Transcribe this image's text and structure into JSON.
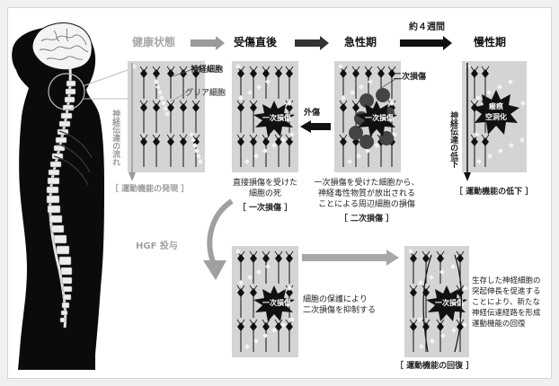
{
  "stages": {
    "healthy": "健康状態",
    "immediate": "受傷直後",
    "acute": "急性期",
    "chronic": "慢性期",
    "four_weeks": "約４週間"
  },
  "labels": {
    "nerve_cell": "神経細胞",
    "glial_cell": "グリア細胞",
    "signal_flow": "神経伝達の流れ",
    "motor_expression": "［ 運動機能の発現 ］",
    "trauma": "外傷",
    "primary_injury": "一次損傷",
    "secondary_injury": "二次損傷",
    "signal_drop": "神経伝達の低下",
    "scar_line1": "瘢痕",
    "scar_line2": "空洞化",
    "hgf": "HGF 投与"
  },
  "captions": {
    "immediate_line1": "直接損傷を受けた",
    "immediate_line2": "細胞の死",
    "immediate_tag": "［ 一次損傷 ］",
    "acute_line1": "一次損傷を受けた細胞から、",
    "acute_line2": "神経毒性物質が放出される",
    "acute_line3": "ことによる周辺細胞の損傷",
    "acute_tag": "［ 二次損傷 ］",
    "chronic_tag": "［ 運動機能の低下 ］",
    "hgf_mid_line1": "細胞の保護により",
    "hgf_mid_line2": "二次損傷を抑制する",
    "recovery_line1": "生存した神経細胞の",
    "recovery_line2": "突起伸長を促進する",
    "recovery_line3": "ことにより、新たな",
    "recovery_line4": "神経伝達経路を形成",
    "recovery_line5": "運動機能の回復",
    "recovery_tag": "［ 運動機能の回復 ］"
  },
  "colors": {
    "panel": "#d4d4d4",
    "ink": "#111111",
    "gray_arrow": "#9a9a9a",
    "dark_arrow": "#333333",
    "silhouette": "#0b0b0b"
  }
}
